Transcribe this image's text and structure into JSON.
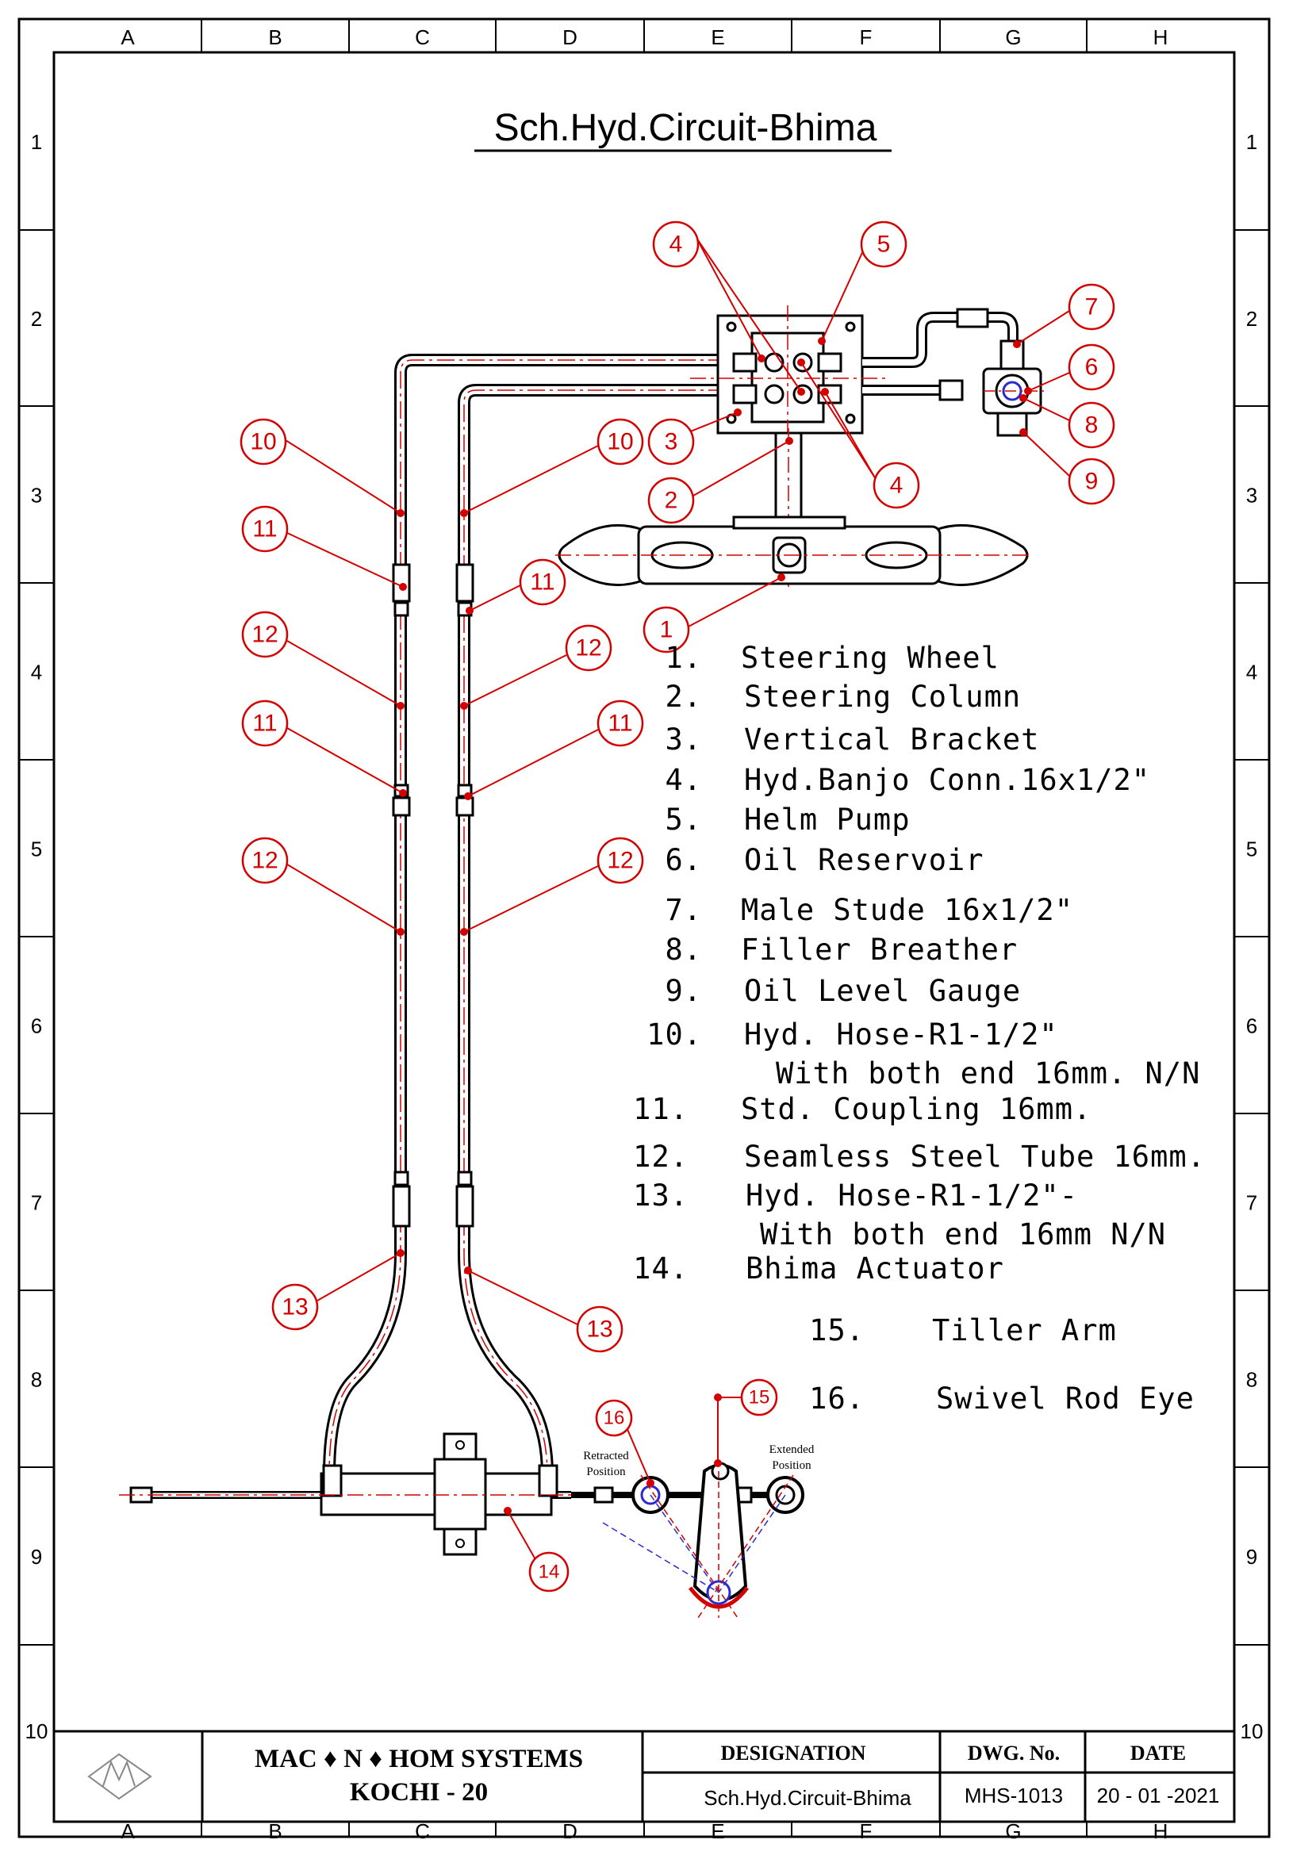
{
  "title": "Sch.Hyd.Circuit-Bhima",
  "grid": {
    "columns": [
      "A",
      "B",
      "C",
      "D",
      "E",
      "F",
      "G",
      "H"
    ],
    "rows": [
      "1",
      "2",
      "3",
      "4",
      "5",
      "6",
      "7",
      "8",
      "9",
      "10"
    ]
  },
  "balloons": [
    "1",
    "2",
    "3",
    "4",
    "4",
    "5",
    "6",
    "7",
    "8",
    "9",
    "10",
    "10",
    "11",
    "11",
    "11",
    "11",
    "12",
    "12",
    "12",
    "12",
    "13",
    "13",
    "14",
    "15",
    "16"
  ],
  "legend": [
    {
      "num": "1.",
      "text": "Steering Wheel"
    },
    {
      "num": "2.",
      "text": "Steering Column"
    },
    {
      "num": "3.",
      "text": "Vertical Bracket"
    },
    {
      "num": "4.",
      "text": "Hyd.Banjo Conn.16x1/2\""
    },
    {
      "num": "5.",
      "text": "Helm Pump"
    },
    {
      "num": "6.",
      "text": "Oil Reservoir"
    },
    {
      "num": "7.",
      "text": "Male Stude 16x1/2\""
    },
    {
      "num": "8.",
      "text": "Filler Breather"
    },
    {
      "num": "9.",
      "text": "Oil Level Gauge"
    },
    {
      "num": "10.",
      "text": "Hyd. Hose-R1-1/2\"",
      "text2": "With both end 16mm. N/N"
    },
    {
      "num": "11.",
      "text": "Std. Coupling 16mm."
    },
    {
      "num": "12.",
      "text": "Seamless Steel Tube 16mm."
    },
    {
      "num": "13.",
      "text": "Hyd. Hose-R1-1/2\"-",
      "text2": "With both end 16mm N/N"
    },
    {
      "num": "14.",
      "text": "Bhima Actuator"
    },
    {
      "num": "15.",
      "text": "Tiller Arm"
    },
    {
      "num": "16.",
      "text": "Swivel Rod Eye"
    }
  ],
  "annotations": {
    "retracted": "Retracted",
    "retracted2": "Position",
    "extended": "Extended",
    "extended2": "Position"
  },
  "title_block": {
    "company": "MAC ♦ N ♦ HOM  SYSTEMS",
    "city": "KOCHI - 20",
    "designation_label": "DESIGNATION",
    "designation_value": "Sch.Hyd.Circuit-Bhima",
    "dwg_label": "DWG. No.",
    "dwg_value": "MHS-1013",
    "date_label": "DATE",
    "date_value": "20 - 01 -2021"
  },
  "colors": {
    "line": "#000000",
    "accent": "#d40000",
    "blue": "#2a2ad0"
  }
}
